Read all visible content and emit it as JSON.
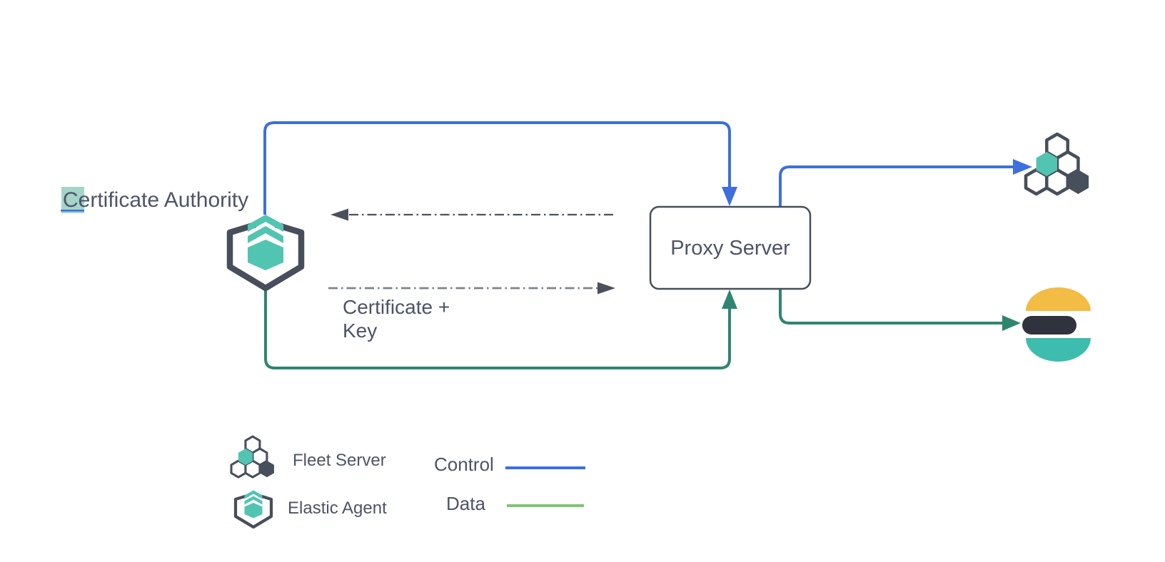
{
  "nodes": {
    "certificate_authority": "Certificate Authority",
    "proxy_server": "Proxy Server"
  },
  "annotations": {
    "cert_key_line1": "Certificate +",
    "cert_key_line2": "Key"
  },
  "legend": {
    "fleet_server_label": "Fleet Server",
    "elastic_agent_label": "Elastic Agent",
    "control_label": "Control",
    "data_label": "Data"
  },
  "icons": {
    "fleet_server": "fleet-server-icon",
    "elastic_agent": "elastic-agent-icon",
    "elasticsearch": "elasticsearch-logo"
  },
  "colors": {
    "control-blue": "#3D6FDF",
    "data-green": "#2F8570",
    "legend-data-green": "#7CC671",
    "icon-teal": "#52C4B2",
    "slate": "#474E5C",
    "text-slate": "#4D5466",
    "es-yellow": "#F3BC45",
    "es-dark": "#30333E",
    "es-teal": "#3EBCAE",
    "selection-teal": "#A5D4C9",
    "dash-dark": "#4B515C",
    "dash-gray": "#7D838C"
  }
}
